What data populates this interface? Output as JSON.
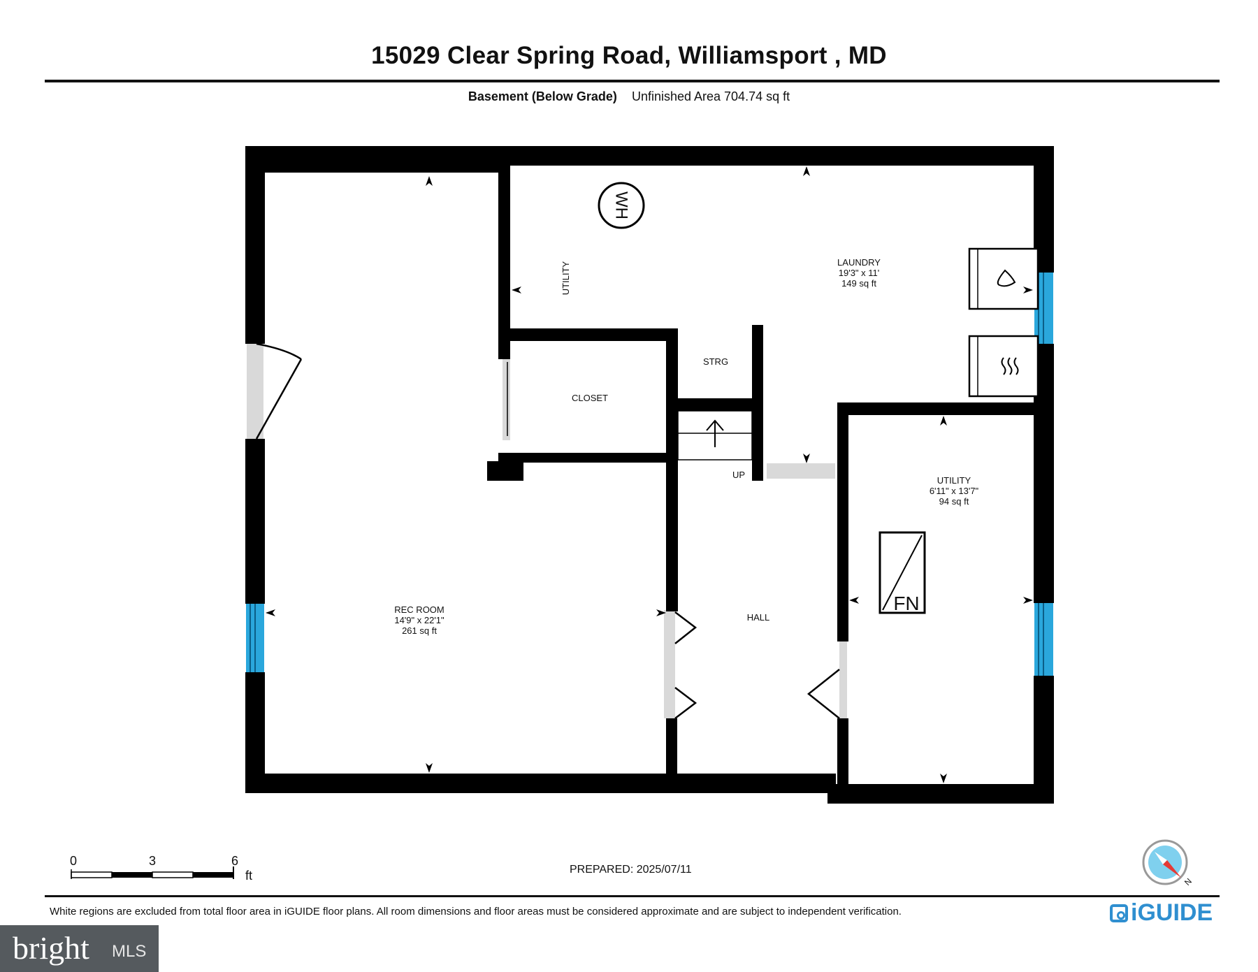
{
  "header": {
    "address": "15029 Clear Spring Road, Williamsport , MD",
    "floor_name": "Basement (Below Grade)",
    "area_text": "Unfinished Area 704.74 sq ft"
  },
  "rooms": {
    "laundry": {
      "name": "LAUNDRY",
      "dims": "19'3\" x 11'",
      "area": "149 sq ft"
    },
    "utility_right": {
      "name": "UTILITY",
      "dims": "6'11\" x 13'7\"",
      "area": "94 sq ft"
    },
    "rec_room": {
      "name": "REC ROOM",
      "dims": "14'9\" x 22'1\"",
      "area": "261 sq ft"
    },
    "utility_left": {
      "name": "UTILITY"
    },
    "closet": {
      "name": "CLOSET"
    },
    "storage": {
      "name": "STRG"
    },
    "hall": {
      "name": "HALL"
    },
    "stairs": {
      "label": "UP"
    }
  },
  "fixtures": {
    "water_heater": "WH",
    "furnace": "FN"
  },
  "scale": {
    "ticks": [
      "0",
      "3",
      "6"
    ],
    "unit": "ft"
  },
  "footer": {
    "prepared": "PREPARED: 2025/07/11",
    "disclaimer": "White regions are excluded from total floor area in iGUIDE floor plans. All room dimensions and floor areas must be considered approximate and are subject to independent verification.",
    "brand": "iGUIDE",
    "compass_label": "N"
  },
  "watermark": {
    "word": "bright",
    "suffix": "MLS"
  },
  "colors": {
    "wall": "#000000",
    "window": "#2aa7dc",
    "door_opening": "#d9d9d9",
    "brand": "#2f8fd0",
    "compass_needle": "#e53935"
  }
}
